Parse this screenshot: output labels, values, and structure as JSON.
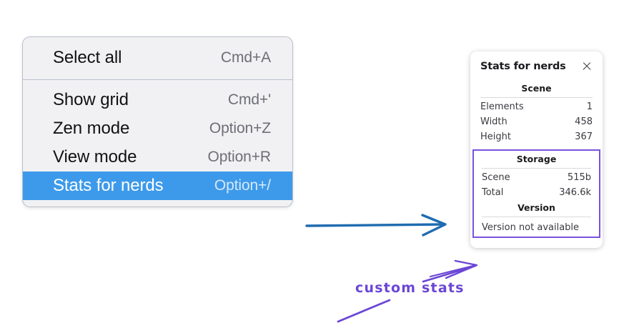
{
  "context_menu": {
    "groups": [
      {
        "items": [
          {
            "label": "Select all",
            "shortcut": "Cmd+A",
            "selected": false
          }
        ]
      },
      {
        "items": [
          {
            "label": "Show grid",
            "shortcut": "Cmd+'",
            "selected": false
          },
          {
            "label": "Zen mode",
            "shortcut": "Option+Z",
            "selected": false
          },
          {
            "label": "View mode",
            "shortcut": "Option+R",
            "selected": false
          },
          {
            "label": "Stats for nerds",
            "shortcut": "Option+/",
            "selected": true
          }
        ]
      }
    ],
    "selected_bg": "#3d9aea"
  },
  "stats_panel": {
    "title": "Stats for nerds",
    "close_icon": "close-icon",
    "scene": {
      "heading": "Scene",
      "rows": [
        {
          "key": "Elements",
          "value": "1"
        },
        {
          "key": "Width",
          "value": "458"
        },
        {
          "key": "Height",
          "value": "367"
        }
      ]
    },
    "storage": {
      "heading": "Storage",
      "rows": [
        {
          "key": "Scene",
          "value": "515b"
        },
        {
          "key": "Total",
          "value": "346.6k"
        }
      ]
    },
    "version": {
      "heading": "Version",
      "note": "Version not available"
    },
    "highlight_color": "#7a52de"
  },
  "annotations": {
    "custom_stats_label": "custom stats",
    "arrow_blue_color": "#1f6cb0",
    "arrow_purple_color": "#6b46d6"
  }
}
